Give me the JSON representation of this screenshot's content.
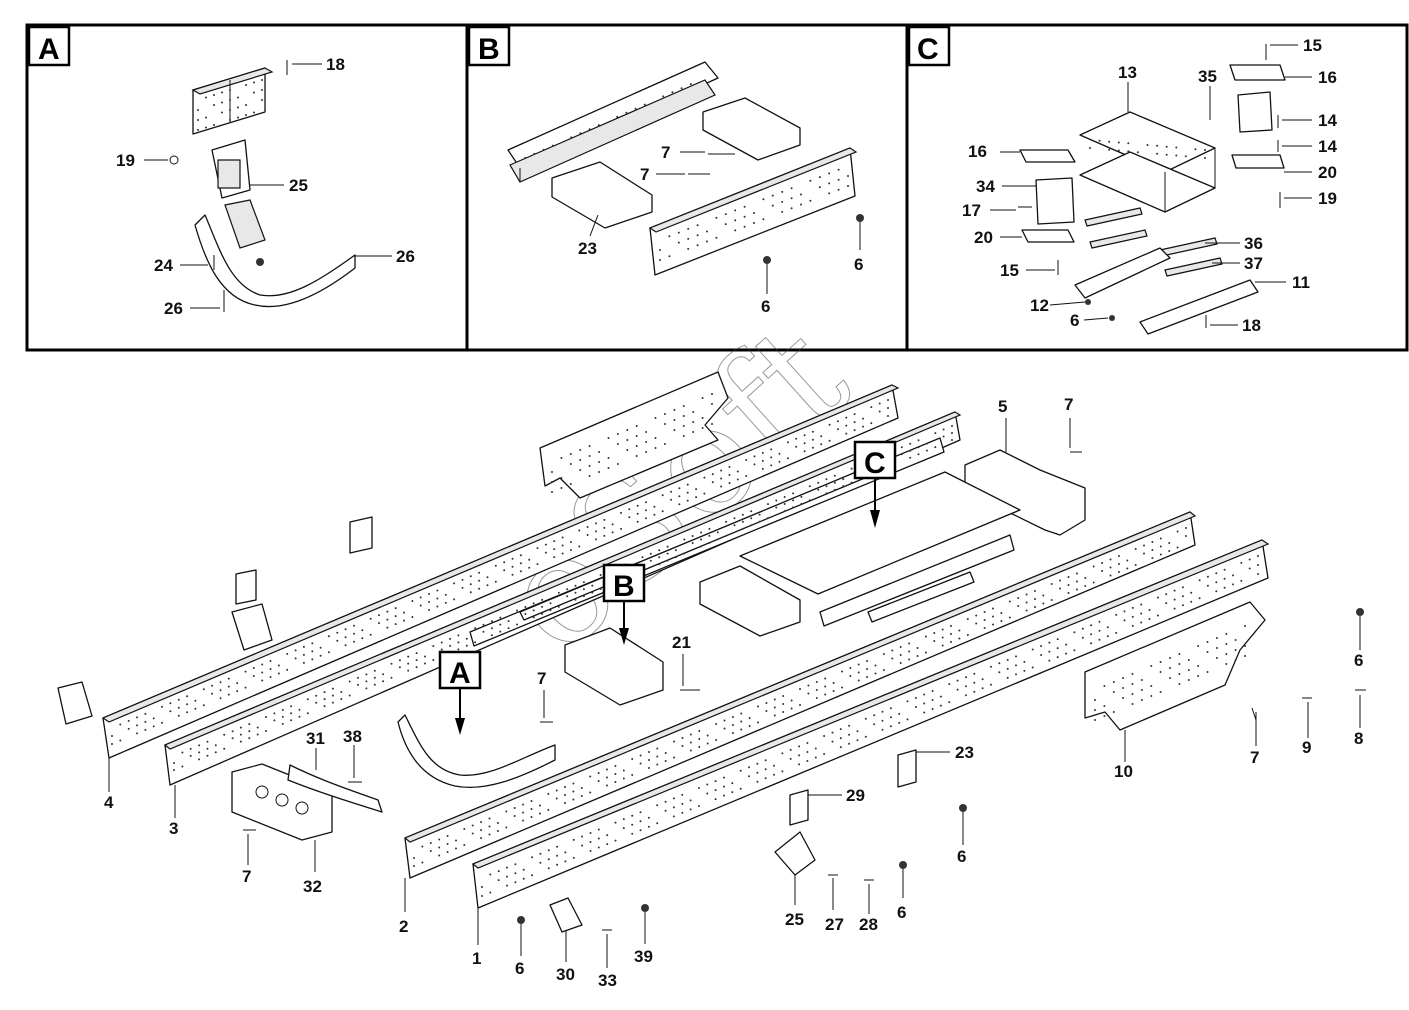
{
  "panels": [
    {
      "id": "A",
      "label": "A"
    },
    {
      "id": "B",
      "label": "B"
    },
    {
      "id": "C",
      "label": "C"
    }
  ],
  "markers": [
    {
      "id": "A",
      "label": "A"
    },
    {
      "id": "B",
      "label": "B"
    },
    {
      "id": "C",
      "label": "C"
    }
  ],
  "watermark": "oSoft",
  "callouts": {
    "panelA": [
      "18",
      "19",
      "25",
      "24",
      "26",
      "26"
    ],
    "panelB": [
      "7",
      "7",
      "23",
      "6",
      "6"
    ],
    "panelC": [
      "15",
      "13",
      "35",
      "16",
      "14",
      "16",
      "14",
      "20",
      "34",
      "19",
      "17",
      "20",
      "36",
      "15",
      "37",
      "11",
      "12",
      "6",
      "18"
    ],
    "main": [
      "5",
      "7",
      "21",
      "7",
      "6",
      "8",
      "9",
      "7",
      "10",
      "23",
      "29",
      "6",
      "4",
      "3",
      "31",
      "38",
      "7",
      "32",
      "2",
      "1",
      "6",
      "30",
      "33",
      "39",
      "25",
      "27",
      "28",
      "6"
    ]
  }
}
